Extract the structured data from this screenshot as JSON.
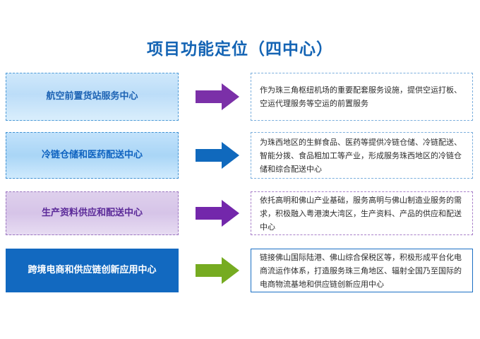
{
  "page": {
    "title": "项目功能定位（四中心）",
    "background": "#ffffff",
    "title_color": "#1464b4"
  },
  "rows": [
    {
      "box_label": "航空前置货站服务中心",
      "box_style": "gradient-light-blue",
      "box_text_color": "#1d63b4",
      "arrow_name": "arrow-right-purple",
      "arrow_color": "#7b30a8",
      "description": "作为珠三角枢纽机场的重要配套服务设施，提供空运打板、空运代理服务等空运的前置服务",
      "panel_border_color": "#7aaedd",
      "panel_border_style": "dashed"
    },
    {
      "box_label": "冷链仓储和医药配送中心",
      "box_style": "gradient-blue",
      "box_text_color": "#0f63c0",
      "arrow_name": "arrow-right-blue",
      "arrow_color": "#1069bd",
      "description": "为珠西地区的生鲜食品、医药等提供冷链仓储、冷链配送、智能分拨、食品粗加工等产业，形成服务珠西地区的冷链仓储和综合配送中心",
      "panel_border_color": "#7aaedd",
      "panel_border_style": "dashed"
    },
    {
      "box_label": "生产资料供应和配送中心",
      "box_style": "gradient-purple",
      "box_text_color": "#5b2a99",
      "arrow_name": "arrow-right-violet",
      "arrow_color": "#7327ab",
      "description": "依托高明和佛山产业基础，服务高明与佛山制造业服务的需求，积极融入粤港澳大湾区，生产资料、产品的供应和配送中心",
      "panel_border_color": "#a87fc9",
      "panel_border_style": "dashed"
    },
    {
      "box_label": "跨境电商和供应链创新应用中心",
      "box_style": "solid-blue",
      "box_text_color": "#ffffff",
      "arrow_name": "arrow-right-green",
      "arrow_color": "#76ab21",
      "description": "链接佛山国际陆港、佛山综合保税区等，积极形成平台化电商流运作体系，打造服务珠三角地区、辐射全国乃至国际的电商物流基地和供应链创新应用中心",
      "panel_border_color": "#1a6fc4",
      "panel_border_style": "solid"
    }
  ]
}
